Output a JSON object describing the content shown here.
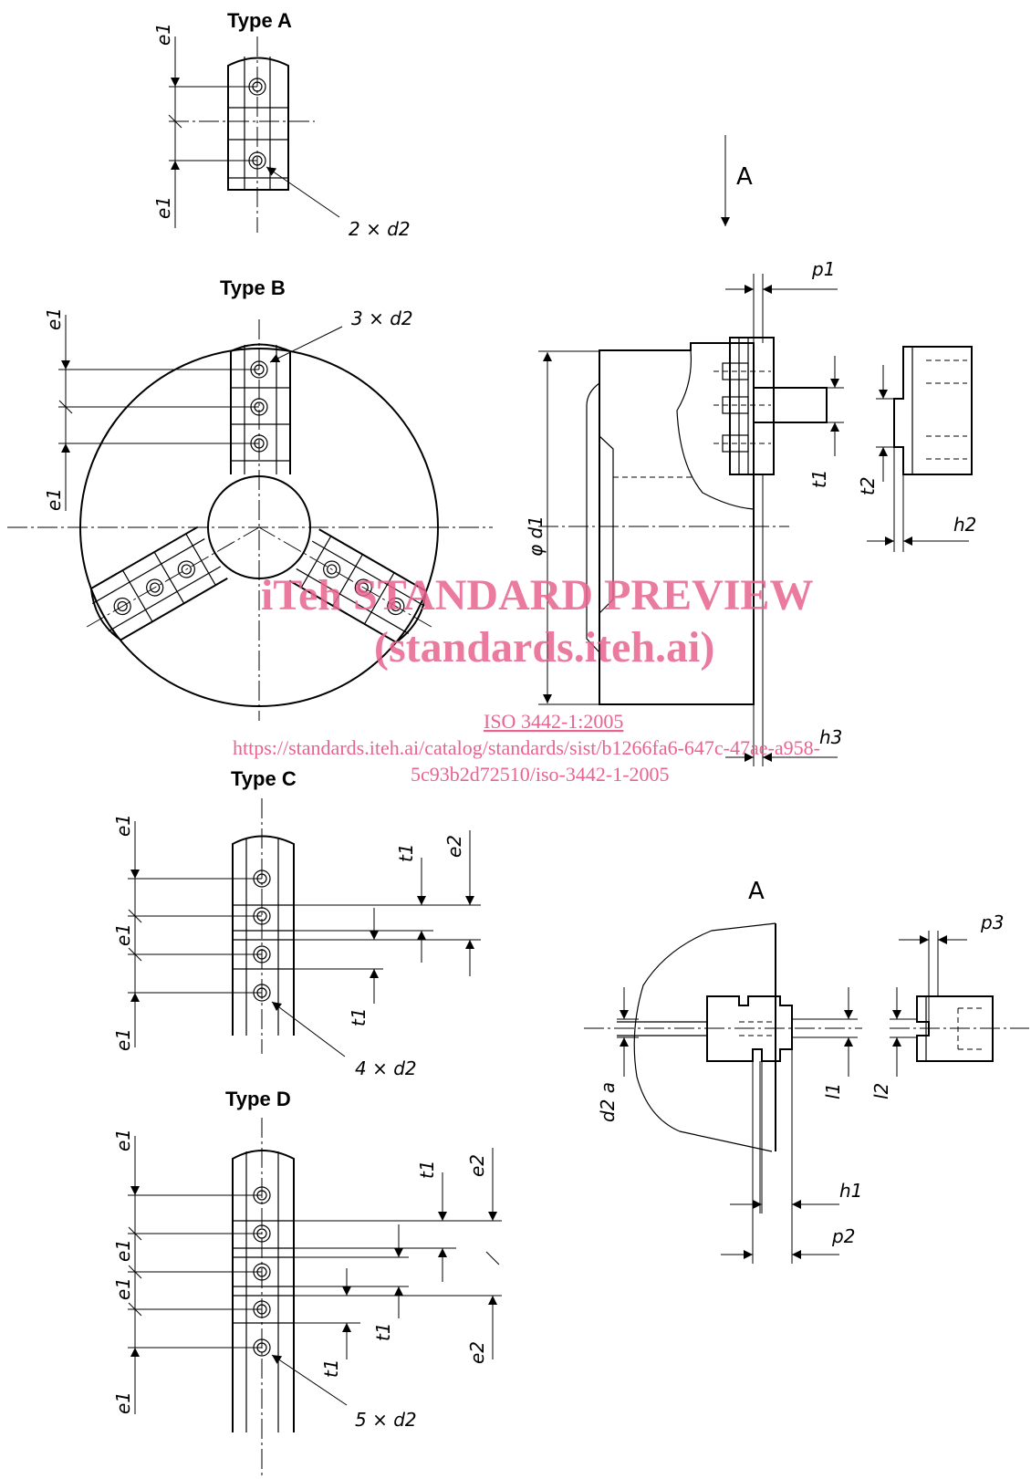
{
  "types": {
    "a": "Type A",
    "b": "Type B",
    "c": "Type C",
    "d": "Type D"
  },
  "callouts": {
    "type_a_holes": "2 × d2",
    "type_b_holes": "3 × d2",
    "type_c_holes": "4 × d2",
    "type_d_holes": "5 × d2"
  },
  "dimensions": {
    "e1": "e1",
    "e2": "e2",
    "t1": "t1",
    "t2": "t2",
    "p1": "p1",
    "p2": "p2",
    "p3": "p3",
    "h1": "h1",
    "h2": "h2",
    "h3": "h3",
    "l1": "l1",
    "l2": "l2",
    "d1": "φ d1",
    "d2a": "d2 a"
  },
  "view": {
    "arrow_label": "A",
    "section_label": "A"
  },
  "watermark": {
    "line1": "iTeh STANDARD PREVIEW",
    "line2": "(standards.iteh.ai)",
    "line3": "ISO 3442-1:2005",
    "line4": "https://standards.iteh.ai/catalog/standards/sist/b1266fa6-647c-47ae-a958-",
    "line5": "5c93b2d72510/iso-3442-1-2005",
    "color": "#e8638f"
  }
}
